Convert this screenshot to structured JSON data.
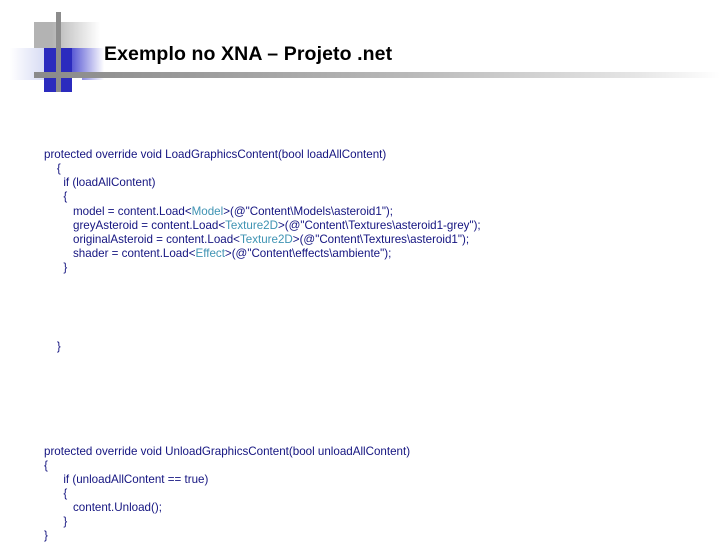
{
  "slide": {
    "title": "Exemplo no XNA – Projeto .net",
    "ornament": {
      "grey": "#b3b3b3",
      "grey_bar": "#8c8c8c",
      "blue": "#2b2bbe",
      "lavender": "#ccd1f0"
    }
  },
  "code": {
    "text_color": "#141480",
    "type_color": "#3f93b3",
    "block1": [
      {
        "indent": 0,
        "parts": [
          {
            "t": "protected override void LoadGraphicsContent(bool loadAllContent)"
          }
        ]
      },
      {
        "indent": 4,
        "parts": [
          {
            "t": "{"
          }
        ]
      },
      {
        "indent": 6,
        "parts": [
          {
            "t": "if (loadAllContent)"
          }
        ]
      },
      {
        "indent": 6,
        "parts": [
          {
            "t": "{"
          }
        ]
      },
      {
        "indent": 9,
        "parts": [
          {
            "t": "model = content.Load<"
          },
          {
            "t": "Model",
            "type": true
          },
          {
            "t": ">(@\"Content\\Models\\asteroid1\");"
          }
        ]
      },
      {
        "indent": 9,
        "parts": [
          {
            "t": "greyAsteroid = content.Load<"
          },
          {
            "t": "Texture2D",
            "type": true
          },
          {
            "t": ">(@\"Content\\Textures\\asteroid1-grey\");"
          }
        ]
      },
      {
        "indent": 9,
        "parts": [
          {
            "t": "originalAsteroid = content.Load<"
          },
          {
            "t": "Texture2D",
            "type": true
          },
          {
            "t": ">(@\"Content\\Textures\\asteroid1\");"
          }
        ]
      },
      {
        "indent": 9,
        "parts": [
          {
            "t": "shader = content.Load<"
          },
          {
            "t": "Effect",
            "type": true
          },
          {
            "t": ">(@\"Content\\effects\\ambiente\");"
          }
        ]
      },
      {
        "indent": 6,
        "parts": [
          {
            "t": "}"
          }
        ]
      }
    ],
    "block1_tail": [
      {
        "indent": 4,
        "parts": [
          {
            "t": "}"
          }
        ]
      }
    ],
    "block2": [
      {
        "indent": 0,
        "parts": [
          {
            "t": "protected override void UnloadGraphicsContent(bool unloadAllContent)"
          }
        ]
      },
      {
        "indent": 0,
        "parts": [
          {
            "t": "{"
          }
        ]
      },
      {
        "indent": 6,
        "parts": [
          {
            "t": "if (unloadAllContent == true)"
          }
        ]
      },
      {
        "indent": 6,
        "parts": [
          {
            "t": "{"
          }
        ]
      },
      {
        "indent": 9,
        "parts": [
          {
            "t": "content.Unload();"
          }
        ]
      },
      {
        "indent": 6,
        "parts": [
          {
            "t": "}"
          }
        ]
      },
      {
        "indent": 0,
        "parts": [
          {
            "t": "}"
          }
        ]
      }
    ]
  }
}
